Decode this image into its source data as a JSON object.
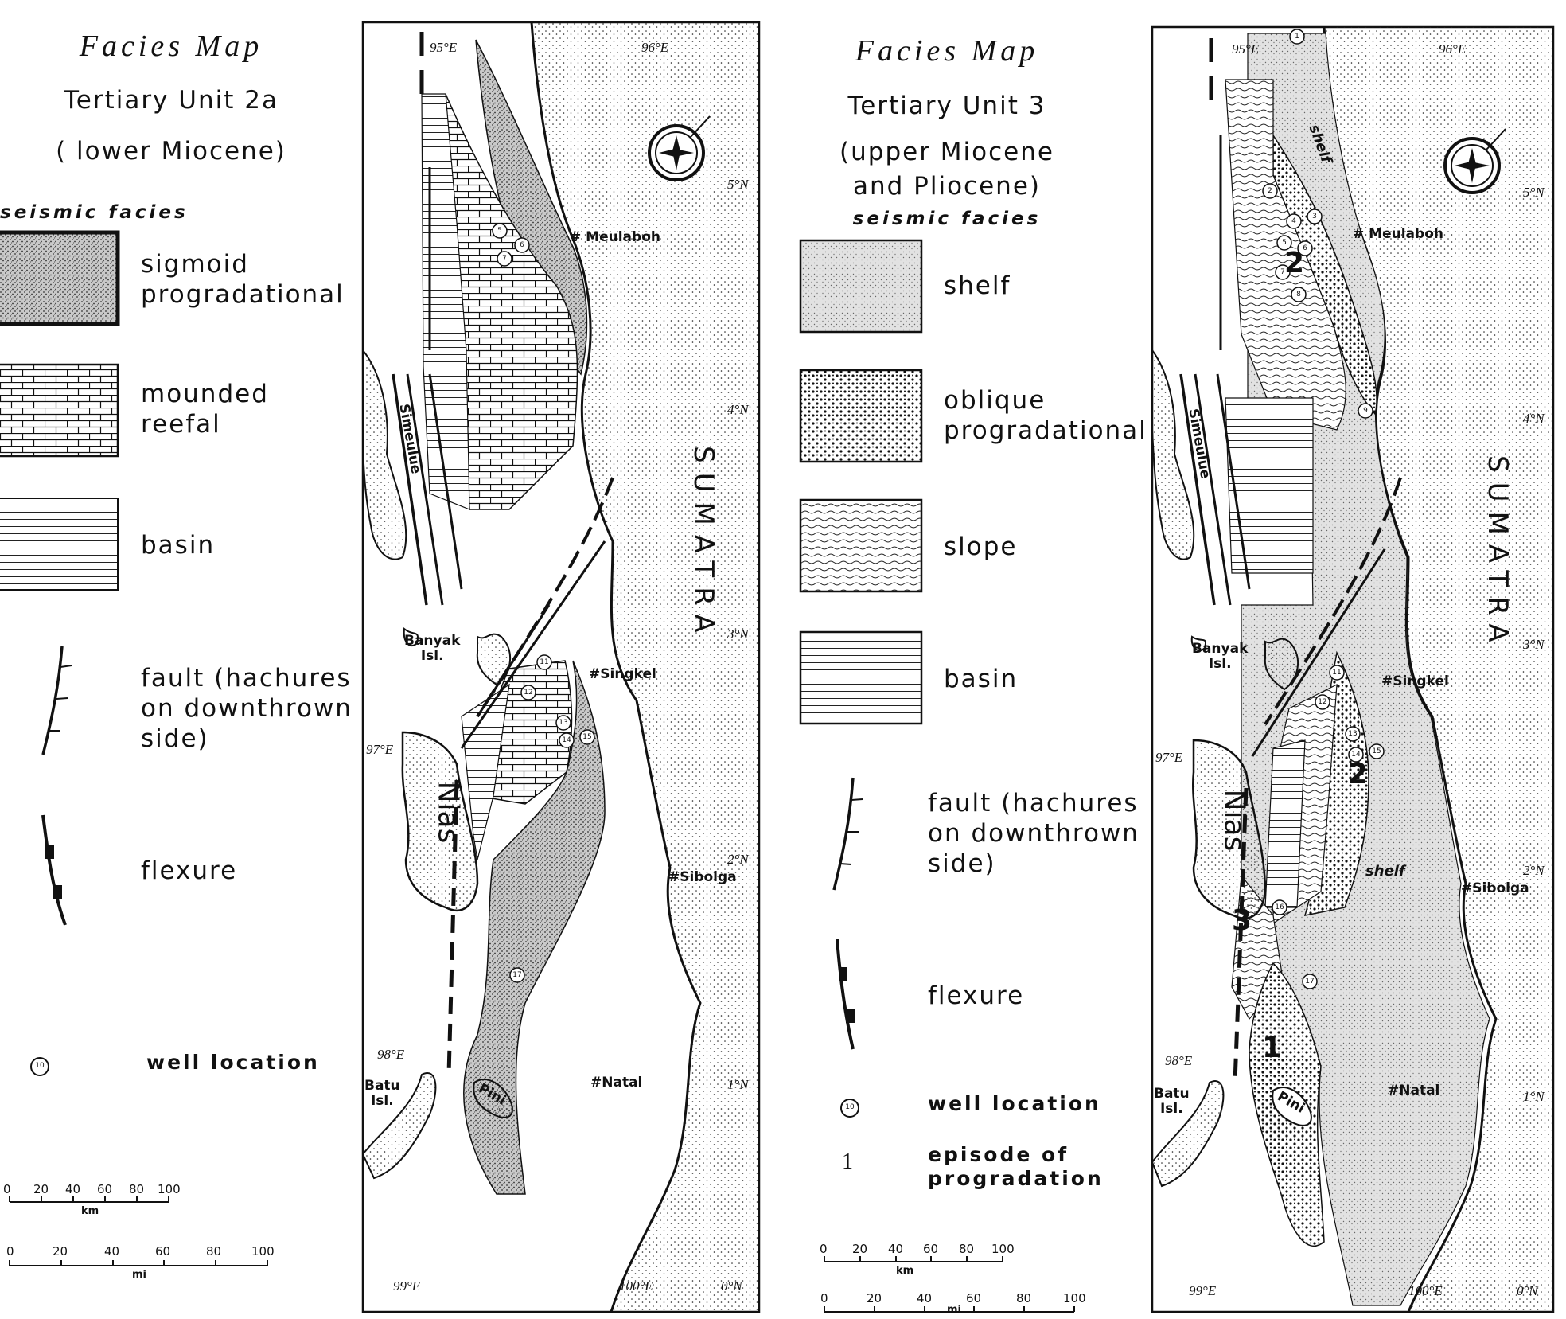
{
  "left": {
    "title": "Facies   Map",
    "unit": "Tertiary Unit 2a",
    "age": "( lower Miocene)",
    "facies_header": "seismic facies",
    "legend": [
      {
        "pattern": "stipple-dense",
        "label": "sigmoid\nprogradational"
      },
      {
        "pattern": "brick",
        "label": "mounded\nreefal"
      },
      {
        "pattern": "hlines",
        "label": "basin"
      },
      {
        "symbol": "fault",
        "label": "fault (hachures\non downthrown\nside)"
      },
      {
        "symbol": "flexure",
        "label": "flexure"
      }
    ],
    "well_label": "well location",
    "well_symbol_text": "10",
    "scale_km": {
      "ticks": [
        "0",
        "20",
        "40",
        "60",
        "80",
        "100"
      ],
      "unit": "km"
    },
    "scale_mi": {
      "ticks": [
        "0",
        "20",
        "40",
        "60",
        "80",
        "100"
      ],
      "unit": "mi"
    }
  },
  "right": {
    "title": "Facies   Map",
    "unit": "Tertiary Unit 3",
    "age1": "(upper Miocene",
    "age2": "and Pliocene)",
    "facies_header": "seismic facies",
    "legend": [
      {
        "pattern": "stipple-light",
        "label": "shelf"
      },
      {
        "pattern": "dots",
        "label": "oblique\nprogradational"
      },
      {
        "pattern": "waves",
        "label": "slope"
      },
      {
        "pattern": "hlines",
        "label": "basin"
      },
      {
        "symbol": "fault",
        "label": "fault (hachures\non downthrown\nside)"
      },
      {
        "symbol": "flexure",
        "label": "flexure"
      }
    ],
    "well_label": "well location",
    "well_symbol_text": "10",
    "episode_number": "1",
    "episode_label": "episode of\nprogradation",
    "scale_km": {
      "ticks": [
        "0",
        "20",
        "40",
        "60",
        "80",
        "100"
      ],
      "unit": "km"
    },
    "scale_mi": {
      "ticks": [
        "0",
        "20",
        "40",
        "60",
        "80",
        "100"
      ],
      "unit": "mi"
    }
  },
  "map1": {
    "coords": {
      "lon95": "95°E",
      "lon96": "96°E",
      "lat5": "5°N",
      "lat4": "4°N",
      "lat3": "3°N",
      "lat2": "2°N",
      "lat1": "1°N",
      "lat0": "0°N",
      "lon97": "97°E",
      "lon98": "98°E",
      "lon99": "99°E",
      "lon100": "100°E"
    },
    "places": {
      "meulaboh": "Meulaboh",
      "singkel": "Singkel",
      "sibolga": "Sibolga",
      "natal": "Natal"
    },
    "islands": {
      "simeulue": "Simeulue",
      "banyak": "Banyak\nIsl.",
      "nias": "Nias",
      "batu": "Batu\nIsl.",
      "pini": "Pini"
    },
    "landmass": "SUMATRA",
    "wells": [
      "5",
      "6",
      "7",
      "11",
      "12",
      "13",
      "14",
      "15",
      "17"
    ]
  },
  "map2": {
    "coords": {
      "lon95": "95°E",
      "lon96": "96°E",
      "lat5": "5°N",
      "lat4": "4°N",
      "lat3": "3°N",
      "lat2": "2°N",
      "lat1": "1°N",
      "lat0": "0°N",
      "lon97": "97°E",
      "lon98": "98°E",
      "lon99": "99°E",
      "lon100": "100°E"
    },
    "places": {
      "meulaboh": "Meulaboh",
      "singkel": "Singkel",
      "sibolga": "Sibolga",
      "natal": "Natal"
    },
    "islands": {
      "simeulue": "Simeulue",
      "banyak": "Banyak\nIsl.",
      "nias": "Nias",
      "batu": "Batu\nIsl.",
      "pini": "Pini"
    },
    "landmass": "SUMATRA",
    "shelf_labels": [
      "shelf",
      "shelf"
    ],
    "episodes": [
      "1",
      "2",
      "2",
      "3"
    ],
    "wells": [
      "1",
      "2",
      "3",
      "4",
      "5",
      "6",
      "7",
      "8",
      "9",
      "11",
      "12",
      "13",
      "14",
      "15",
      "16",
      "17"
    ]
  },
  "colors": {
    "ink": "#111111",
    "paper": "#ffffff"
  }
}
